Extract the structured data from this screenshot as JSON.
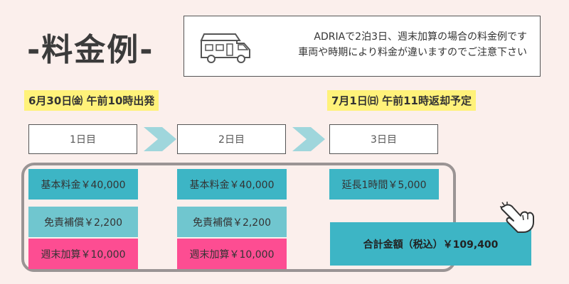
{
  "title": "-料金例-",
  "notice": {
    "line1": "ADRIAで2泊3日、週末加算の場合の料金例です",
    "line2": "車両や時期により料金が違いますのでご注意下さい"
  },
  "departure": "6月30日㈮ 午前10時出発",
  "return": "7月1日㈰ 午前11時返却予定",
  "days": [
    "1日目",
    "2日目",
    "3日目"
  ],
  "day1": {
    "base": "基本料金￥40,000",
    "insurance": "免責補償￥2,200",
    "weekend": "週末加算￥10,000"
  },
  "day2": {
    "base": "基本料金￥40,000",
    "insurance": "免責補償￥2,200",
    "weekend": "週末加算￥10,000"
  },
  "day3": {
    "extension": "延長1時間￥5,000"
  },
  "total": "合計金額（税込）￥109,400",
  "colors": {
    "background": "#fbefec",
    "teal": "#3db5c5",
    "light_teal": "#70c6cf",
    "pink": "#fd4d92",
    "highlight": "#fff27a",
    "arrow": "#9fd6dc"
  },
  "icons": [
    "camper-van-icon",
    "arrow-right-icon",
    "pointing-hand-icon"
  ]
}
